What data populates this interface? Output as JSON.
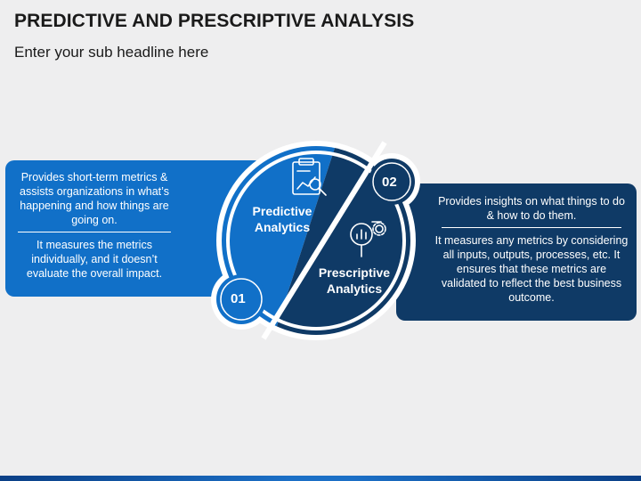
{
  "header": {
    "title": "PREDICTIVE AND PRESCRIPTIVE ANALYSIS",
    "subtitle": "Enter your sub headline here"
  },
  "left_panel": {
    "number": "01",
    "label_line1": "Predictive",
    "label_line2": "Analytics",
    "icon": "clipboard-chart-magnifier-icon",
    "text1": "Provides short-term metrics & assists organizations in what’s happening and how things are going on.",
    "text2": "It measures the metrics individually, and it doesn’t evaluate the overall impact."
  },
  "right_panel": {
    "number": "02",
    "label_line1": "Prescriptive",
    "label_line2": "Analytics",
    "icon": "magnifier-chart-gear-icon",
    "text1": "Provides insights on what things to do & how to do them.",
    "text2": "It measures any metrics by considering all inputs, outputs, processes, etc. It ensures that these metrics are validated to reflect the best business outcome."
  },
  "colors": {
    "primary_blue": "#1170c8",
    "dark_navy": "#0f3a66",
    "light_ring": "#ffffff",
    "background": "#eeeeef"
  }
}
